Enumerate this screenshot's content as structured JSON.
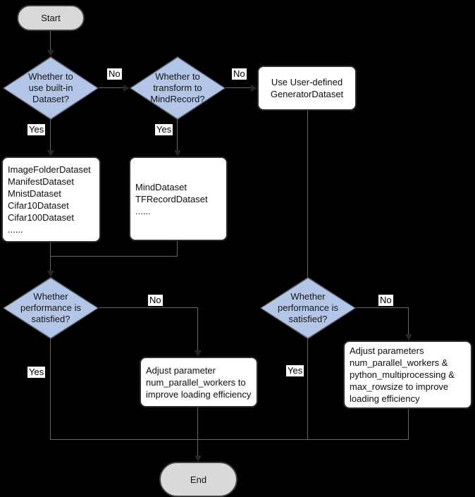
{
  "colors": {
    "background": "#000000",
    "diamond_fill": "#b4c6e7",
    "diamond_border": "#5f6672",
    "terminal_fill": "#d9d9d9",
    "terminal_border": "#3f3f3f",
    "box_fill": "#ffffff",
    "box_border": "#2b2b2b",
    "line_color": "#666666",
    "arrow_color": "#262626",
    "label_bg": "#ffffff"
  },
  "nodes": {
    "start": {
      "label": "Start"
    },
    "decision_builtin": {
      "lines": [
        "Whether to",
        "use built-in",
        "Dataset?"
      ]
    },
    "decision_mindrecord": {
      "lines": [
        "Whether to",
        "transform to",
        "MindRecord?"
      ]
    },
    "generator_box": {
      "lines": [
        "Use User-defined",
        "GeneratorDataset"
      ]
    },
    "builtin_datasets_box": {
      "lines": [
        "ImageFolderDataset",
        "ManifestDataset",
        "MnistDataset",
        "Cifar10Dataset",
        "Cifar100Dataset",
        "......"
      ]
    },
    "mindrecord_datasets_box": {
      "lines": [
        "MindDataset",
        "TFRecordDataset",
        "......"
      ]
    },
    "decision_perf_left": {
      "lines": [
        "Whether",
        "performance is",
        "satisfied?"
      ]
    },
    "decision_perf_right": {
      "lines": [
        "Whether",
        "performance is",
        "satisfied?"
      ]
    },
    "adjust_left_box": {
      "lines": [
        "Adjust parameter",
        "num_parallel_workers to",
        "improve loading efficiency"
      ]
    },
    "adjust_right_box": {
      "lines": [
        "Adjust parameters",
        "num_parallel_workers &",
        "python_multiprocessing &",
        "max_rowsize to improve",
        "loading efficiency"
      ]
    },
    "end": {
      "label": "End"
    }
  },
  "edge_labels": {
    "builtin_no": "No",
    "builtin_yes": "Yes",
    "mindrecord_no": "No",
    "mindrecord_yes": "Yes",
    "perf_left_no": "No",
    "perf_left_yes": "Yes",
    "perf_right_no": "No",
    "perf_right_yes": "Yes"
  }
}
